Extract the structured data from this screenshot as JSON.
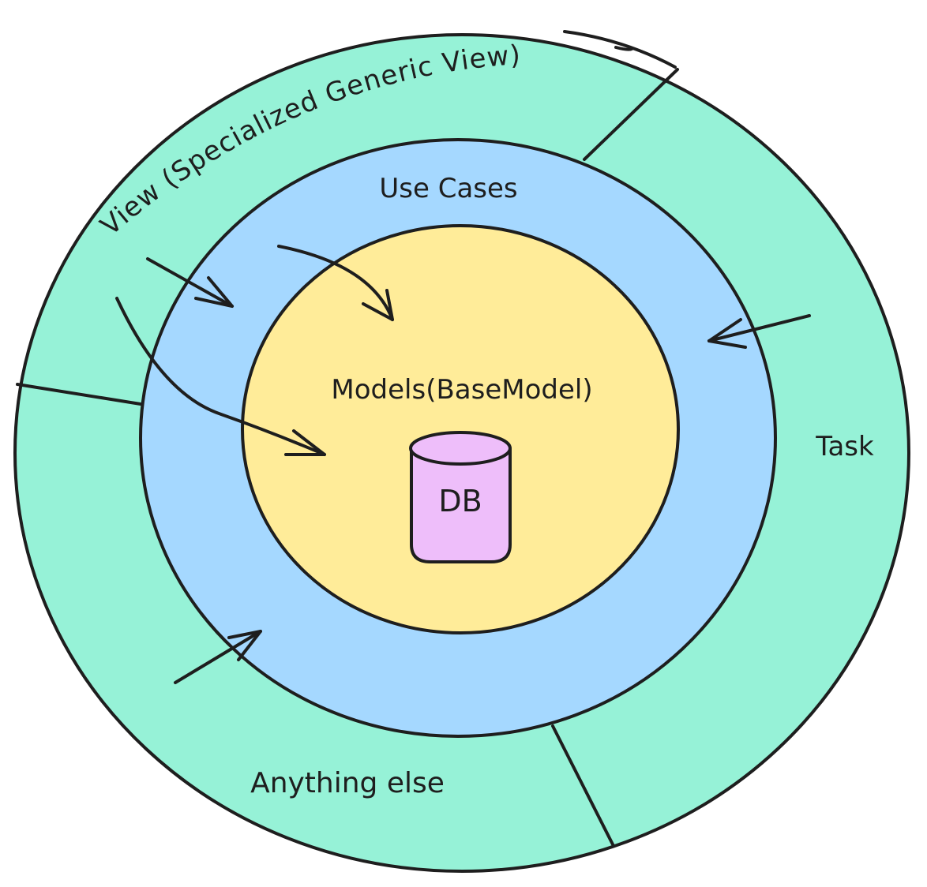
{
  "diagram": {
    "layers": {
      "outer": {
        "labels": {
          "view": "View (Specialized Generic View)",
          "task": "Task",
          "anything_else": "Anything else"
        }
      },
      "middle": {
        "label": "Use Cases"
      },
      "inner": {
        "label": "Models(BaseModel)"
      },
      "core": {
        "label": "DB"
      }
    },
    "colors": {
      "outer_ring": "#96f2d7",
      "use_cases_ring": "#a5d8ff",
      "models_core": "#ffec99",
      "db_cylinder": "#eebefa",
      "stroke": "#1e1e1e"
    }
  }
}
